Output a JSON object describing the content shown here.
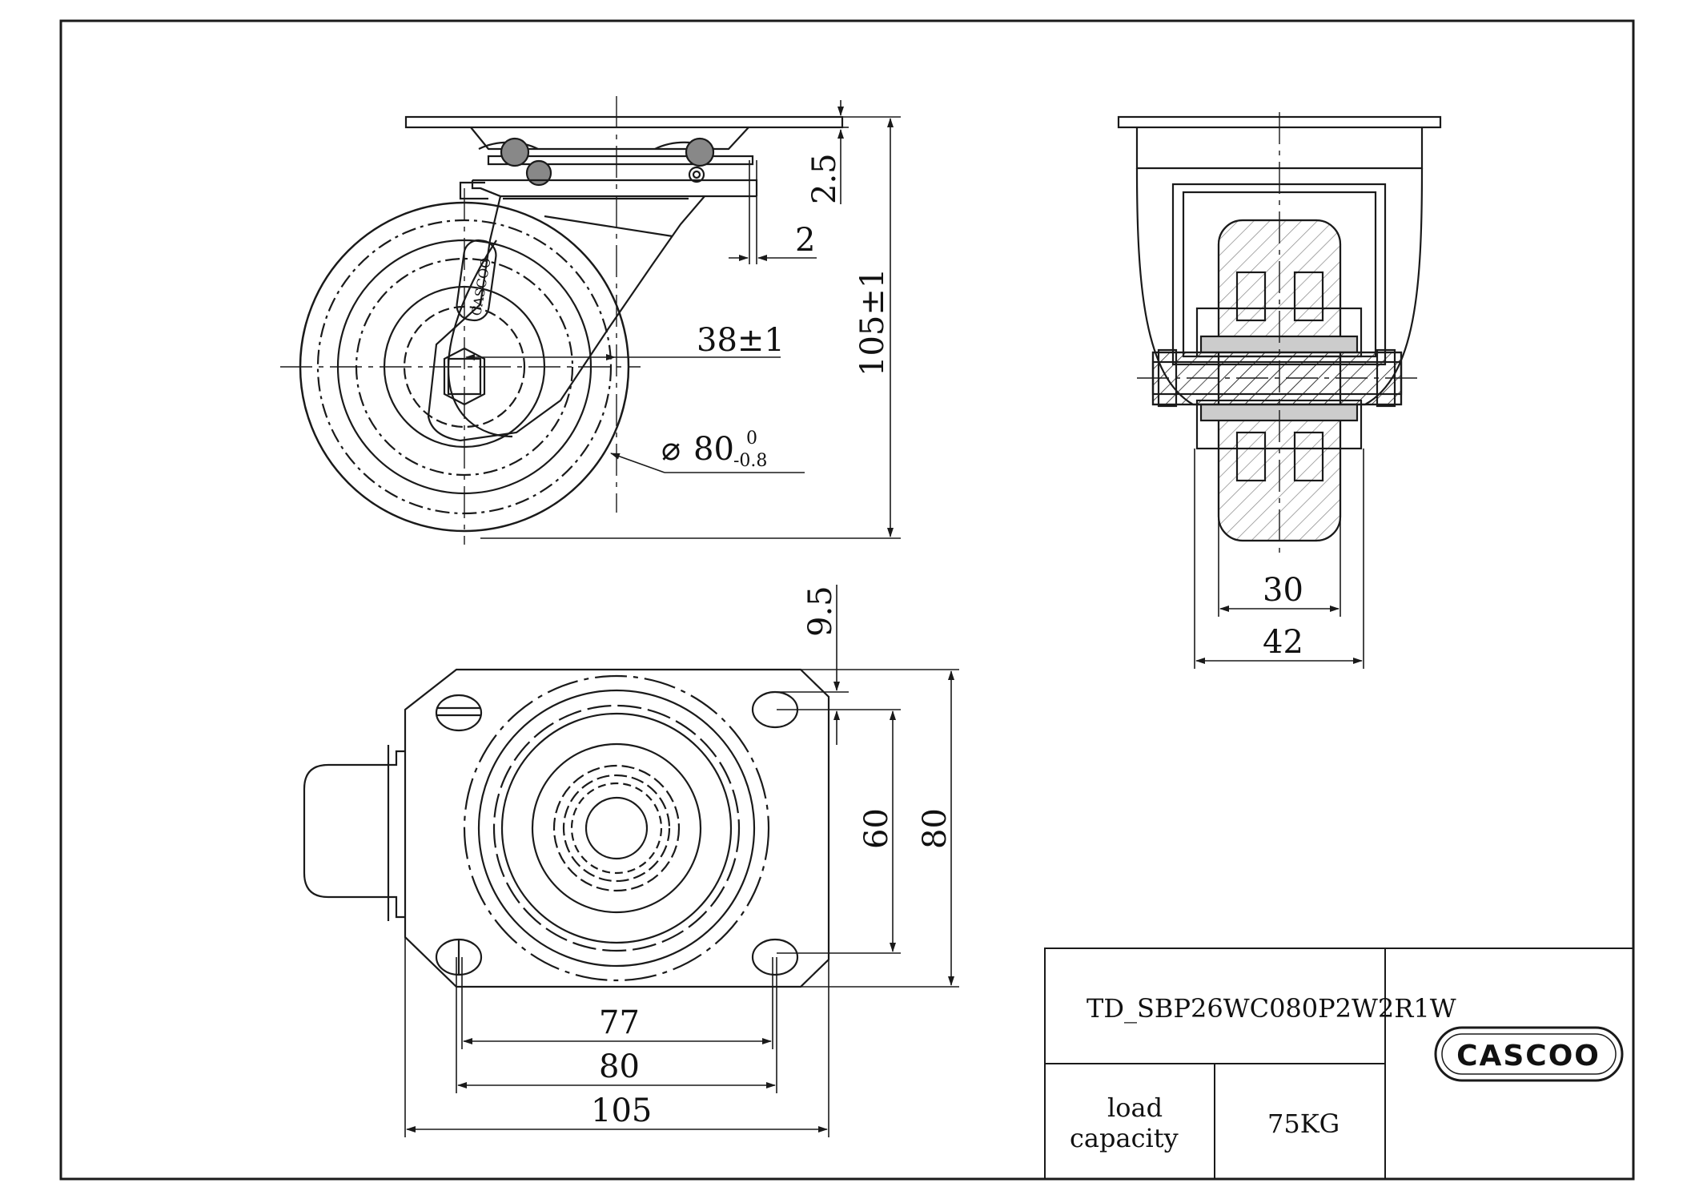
{
  "colors": {
    "ink": "#1a1a1a",
    "paper": "#ffffff"
  },
  "side_view": {
    "dims": {
      "top_plate": "2.5",
      "bracket_offset": "2",
      "swivel_offset": "38±1",
      "overall_height": "105±1",
      "wheel_diameter_symbol": "⌀",
      "wheel_diameter": "80",
      "tol_upper": "0",
      "tol_lower": "-0.8"
    },
    "fork_logo": "CASCOO"
  },
  "front_view": {
    "dims": {
      "tread_width": "30",
      "fork_width": "42"
    }
  },
  "top_view": {
    "dims": {
      "hole_offset": "9.5",
      "hole_spacing_y": "60",
      "plate_length": "80",
      "hole_spacing_x1": "77",
      "hole_spacing_x2": "80",
      "plate_width": "105"
    }
  },
  "title_block": {
    "model_code": "TD_SBP26WC080P2W2R1W",
    "load_label_line1": "load",
    "load_label_line2": "capacity",
    "load_value": "75KG",
    "brand_logo": "CASCOO",
    "logo_icon": "casco-wheel-logo"
  }
}
